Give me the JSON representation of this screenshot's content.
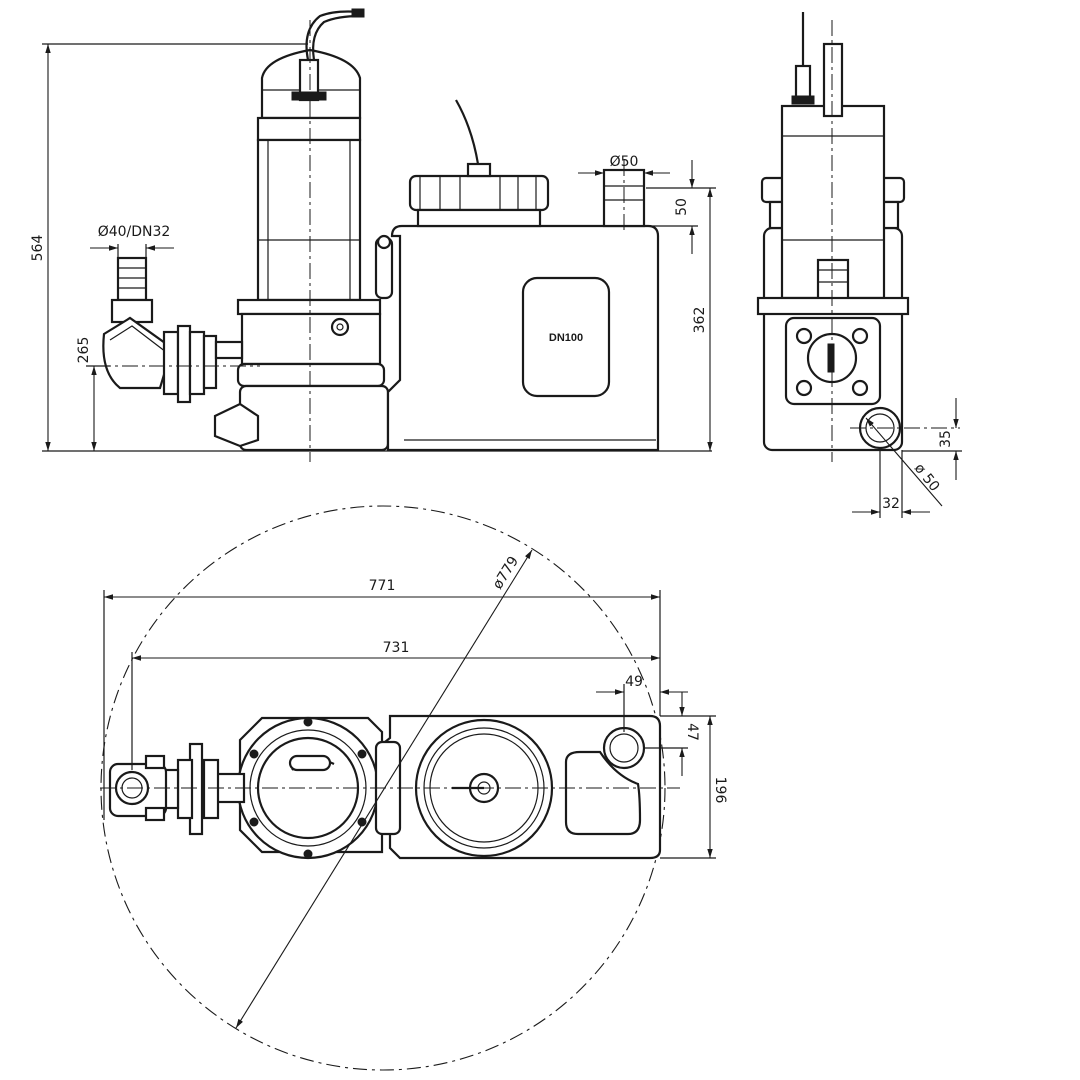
{
  "views": {
    "side": {
      "height_total": "564",
      "inlet_height": "265",
      "inlet_size": "Ø40/DN32",
      "outlet_size": "Ø50",
      "outlet_offset": "50",
      "tank_height": "362",
      "tank_label": "DN100"
    },
    "end": {
      "vent_size": "ø 50",
      "vent_height": "35",
      "vent_offset": "32"
    },
    "top": {
      "length_overall": "771",
      "length_body": "731",
      "swing_diameter": "ø779",
      "outlet_x": "49",
      "outlet_y": "47",
      "width": "196"
    }
  }
}
